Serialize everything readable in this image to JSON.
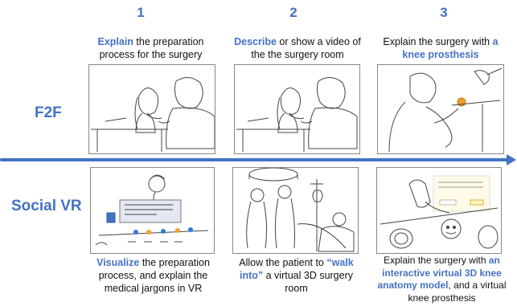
{
  "steps": [
    "1",
    "2",
    "3"
  ],
  "rows": {
    "f2f": "F2F",
    "vr": "Social VR"
  },
  "f2f_captions": [
    {
      "hl1": "Explain",
      "t1": " the preparation process for the surgery"
    },
    {
      "hl1": "Describe",
      "t1": " or show a video of the the surgery room"
    },
    {
      "t1": "Explain the surgery with ",
      "hl1": "a knee prosthesis"
    }
  ],
  "vr_captions": [
    {
      "hl1": "Visualize",
      "t1": " the preparation process, and explain the medical jargons in VR"
    },
    {
      "t0": "Allow the patient to ",
      "hl1": "“walk into”",
      "t1": " a virtual 3D surgery room"
    },
    {
      "t0": "Explain the surgery with ",
      "hl1": "an interactive virtual 3D knee anatomy model",
      "t1": ", and a virtual knee prosthesis"
    }
  ],
  "colors": {
    "accent": "#4472c4",
    "bulb": "#f0a030"
  }
}
